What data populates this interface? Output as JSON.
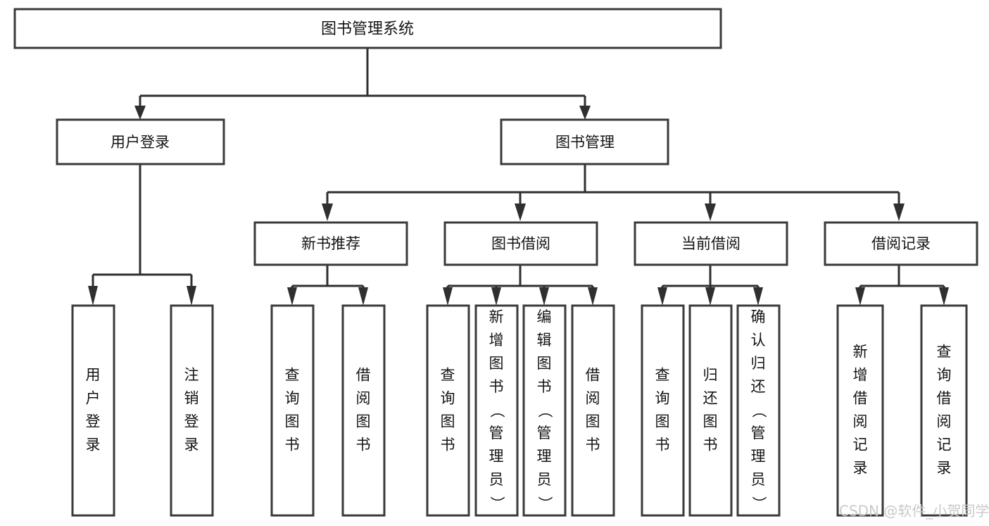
{
  "diagram": {
    "title": "图书管理系统",
    "type": "tree",
    "root": {
      "id": "root",
      "label": "图书管理系统",
      "orientation": "horizontal"
    },
    "level2": [
      {
        "id": "user-login",
        "label": "用户登录",
        "orientation": "horizontal"
      },
      {
        "id": "book-management",
        "label": "图书管理",
        "orientation": "horizontal"
      }
    ],
    "level3": [
      {
        "id": "new-book-recommend",
        "label": "新书推荐",
        "orientation": "horizontal",
        "parent": "book-management"
      },
      {
        "id": "book-borrow",
        "label": "图书借阅",
        "orientation": "horizontal",
        "parent": "book-management"
      },
      {
        "id": "current-borrow",
        "label": "当前借阅",
        "orientation": "horizontal",
        "parent": "book-management"
      },
      {
        "id": "borrow-record",
        "label": "借阅记录",
        "orientation": "horizontal",
        "parent": "book-management"
      }
    ],
    "leaves": [
      {
        "id": "leaf-user-login",
        "label": "用户登录",
        "orientation": "vertical",
        "parent": "user-login"
      },
      {
        "id": "leaf-user-logout",
        "label": "注销登录",
        "orientation": "vertical",
        "parent": "user-login"
      },
      {
        "id": "leaf-query-book-new",
        "label": "查询图书",
        "orientation": "vertical",
        "parent": "new-book-recommend"
      },
      {
        "id": "leaf-borrow-book-new",
        "label": "借阅图书",
        "orientation": "vertical",
        "parent": "new-book-recommend"
      },
      {
        "id": "leaf-query-book-borrow",
        "label": "查询图书",
        "orientation": "vertical",
        "parent": "book-borrow"
      },
      {
        "id": "leaf-add-book-admin",
        "label": "新增图书（管理员）",
        "orientation": "vertical",
        "parent": "book-borrow"
      },
      {
        "id": "leaf-edit-book-admin",
        "label": "编辑图书（管理员）",
        "orientation": "vertical",
        "parent": "book-borrow"
      },
      {
        "id": "leaf-borrow-book",
        "label": "借阅图书",
        "orientation": "vertical",
        "parent": "book-borrow"
      },
      {
        "id": "leaf-query-book-current",
        "label": "查询图书",
        "orientation": "vertical",
        "parent": "current-borrow"
      },
      {
        "id": "leaf-return-book",
        "label": "归还图书",
        "orientation": "vertical",
        "parent": "current-borrow"
      },
      {
        "id": "leaf-confirm-return-admin",
        "label": "确认归还（管理员）",
        "orientation": "vertical",
        "parent": "current-borrow"
      },
      {
        "id": "leaf-add-borrow-record",
        "label": "新增借阅记录",
        "orientation": "vertical",
        "parent": "borrow-record"
      },
      {
        "id": "leaf-query-borrow-record",
        "label": "查询借阅记录",
        "orientation": "vertical",
        "parent": "borrow-record"
      }
    ]
  },
  "watermark": {
    "text": "CSDN @软件_小贺同学"
  },
  "colors": {
    "background": "#ffffff",
    "box_stroke": "#3a3a3a",
    "connector": "#2f2f2f",
    "text": "#141414",
    "watermark": "#c9c9c9"
  }
}
